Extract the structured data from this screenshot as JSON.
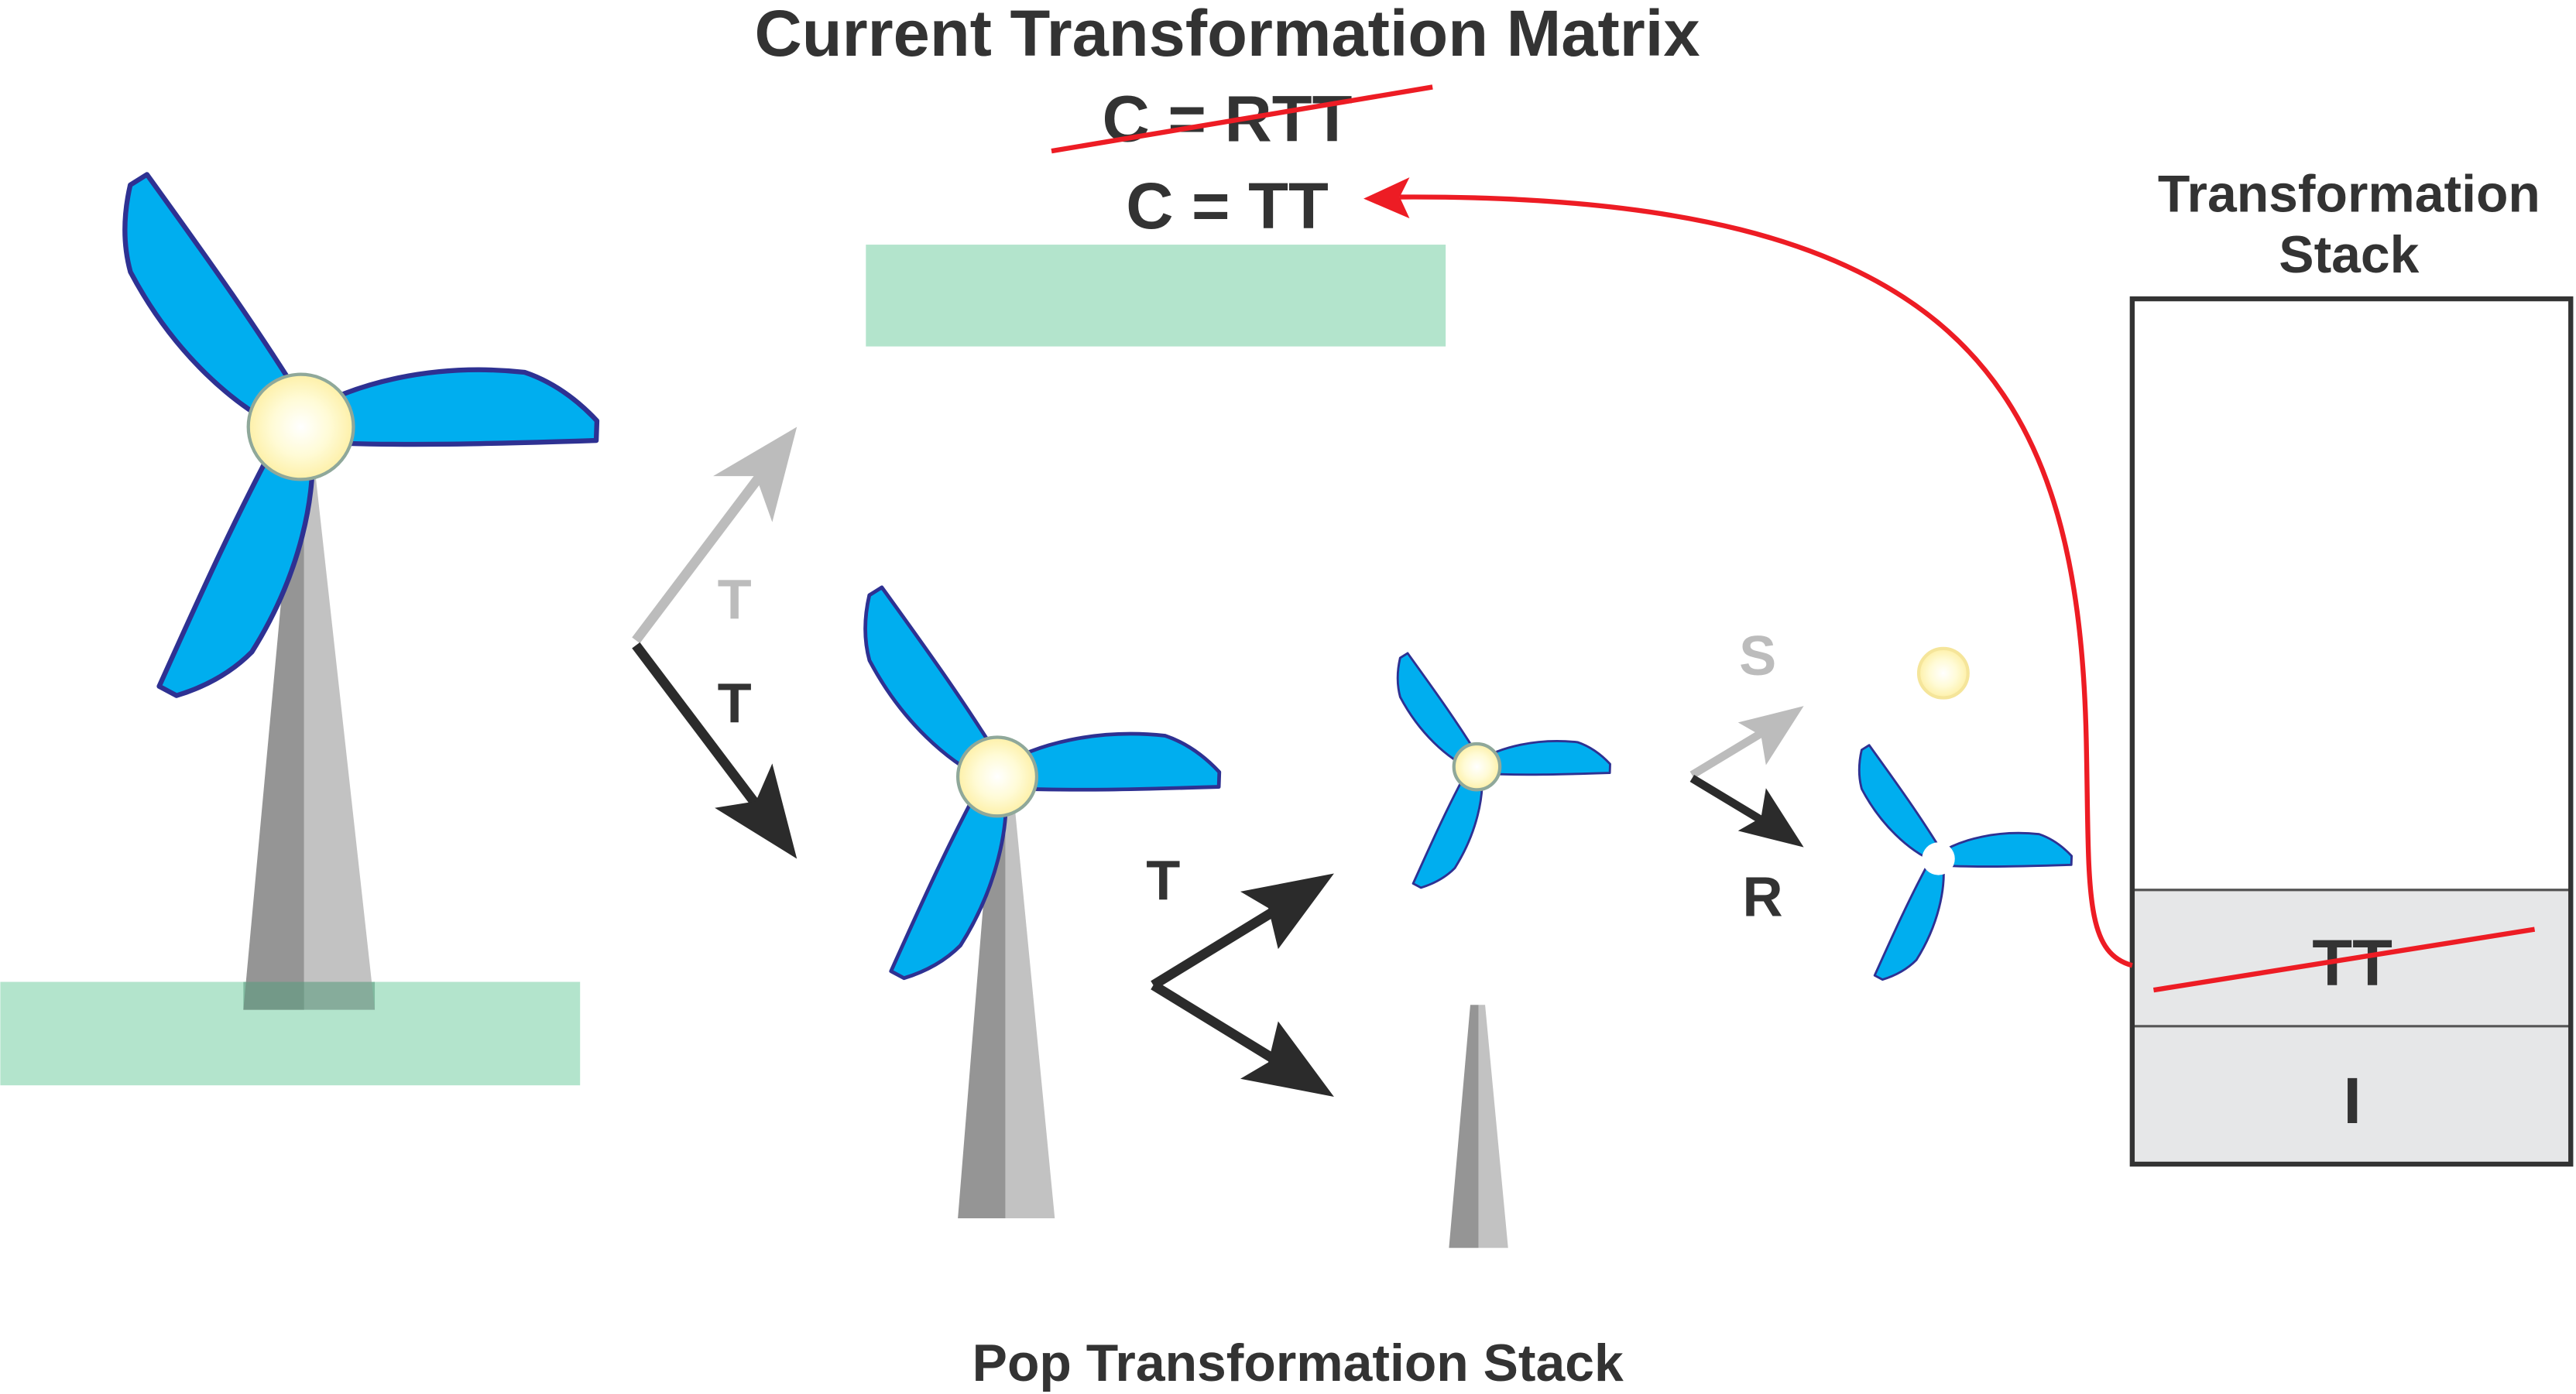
{
  "title": "Current Transformation Matrix",
  "matrix_old": "C = RTT",
  "matrix_new": "C = TT",
  "stack_title_line1": "Transformation",
  "stack_title_line2": "Stack",
  "stack_entries": [
    "TT",
    "I"
  ],
  "labels": {
    "t_gray": "T",
    "t_black": "T",
    "t_middle": "T",
    "s_gray": "S",
    "r_black": "R"
  },
  "caption": "Pop Transformation Stack",
  "colors": {
    "blade": "#00aeef",
    "blade_outline": "#2e3192",
    "ground": "#b3e4cc",
    "red": "#ed1c24",
    "text": "#333333",
    "stack_fill": "#e6e7e8"
  }
}
